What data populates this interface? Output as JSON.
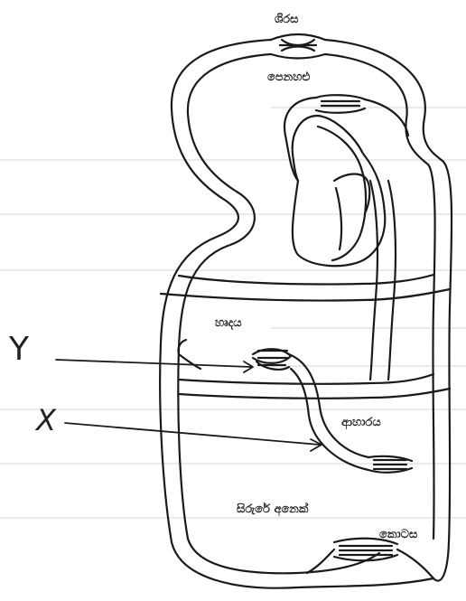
{
  "labels": {
    "top": "ශිරස",
    "liver": "පෙනහළු",
    "heart": "හෘදය",
    "intestine": "ආහාරය",
    "lower_body": "සිරුරේ අනෙක්",
    "lower_body_2": "කොටස",
    "marker_y": "Y",
    "marker_x": "X"
  }
}
